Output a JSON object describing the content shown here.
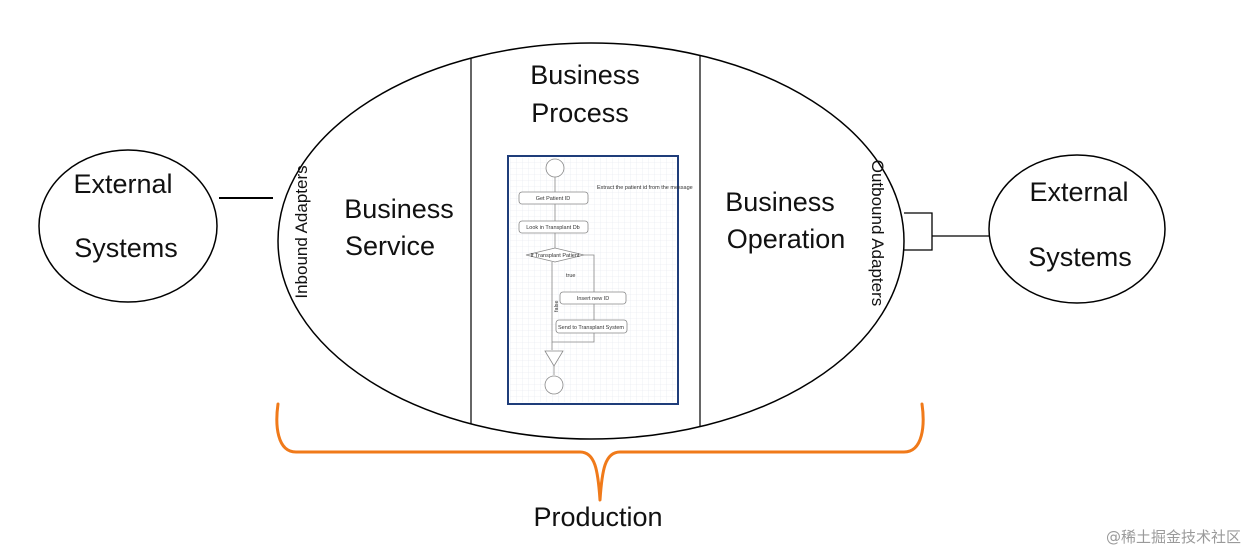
{
  "left_system": {
    "line1": "External",
    "line2": "Systems"
  },
  "right_system": {
    "line1": "External",
    "line2": "Systems"
  },
  "inbound_label": "Inbound Adapters",
  "outbound_label": "Outbound Adapters",
  "business_service": {
    "line1": "Business",
    "line2": "Service"
  },
  "business_process": {
    "line1": "Business",
    "line2": "Process",
    "thumbnail": {
      "note": "Extract the patient id from the message",
      "step1": "Get Patient ID",
      "step2": "Look in Transplant Db",
      "decision": "If Transplant Patient",
      "true_label": "true",
      "false_label": "false",
      "step3": "Insert new ID",
      "step4": "Send to Transplant System"
    }
  },
  "business_operation": {
    "line1": "Business",
    "line2": "Operation"
  },
  "brace_label": "Production",
  "watermark": "@稀土掘金技术社区",
  "colors": {
    "brace": "#f07a1a",
    "stroke": "#000000",
    "thumb_border": "#1f3d7a"
  }
}
